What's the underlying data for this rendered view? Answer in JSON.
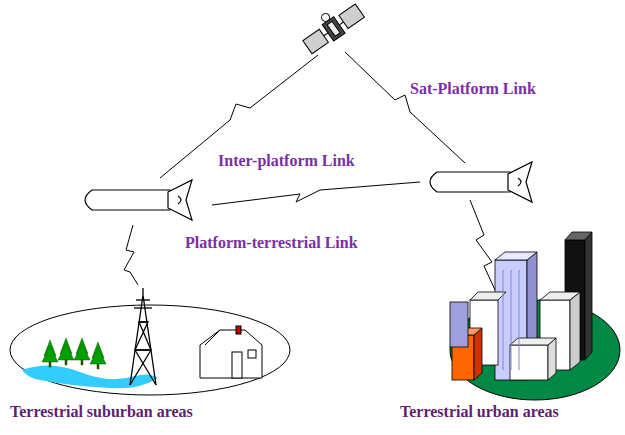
{
  "diagram": {
    "labels": [
      "Sat-Platform Link",
      "Inter-platform Link",
      "Platform-terrestrial Link",
      "Terrestrial suburban areas",
      "Terrestrial urban areas"
    ]
  }
}
